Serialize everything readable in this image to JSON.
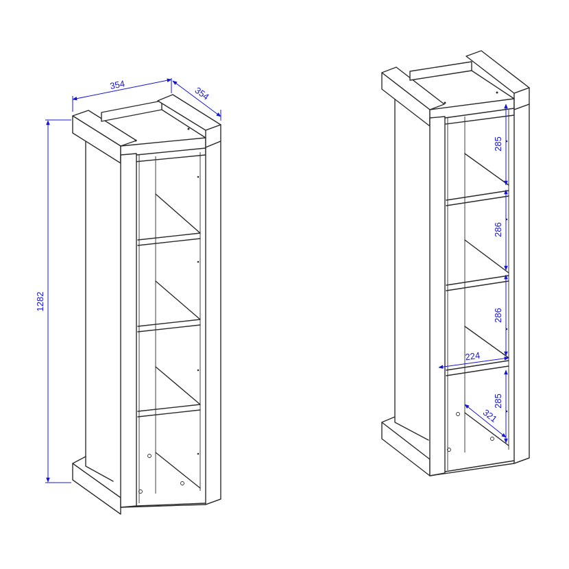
{
  "colors": {
    "outline": "#2a2a2a",
    "dimension": "#1414d2",
    "background": "#ffffff"
  },
  "left_view": {
    "width_label": "354",
    "depth_label": "354",
    "height_label": "1282"
  },
  "right_view": {
    "compartment_heights": [
      "285",
      "286",
      "286",
      "285"
    ],
    "inner_width_label": "224",
    "inner_depth_label": "321"
  }
}
